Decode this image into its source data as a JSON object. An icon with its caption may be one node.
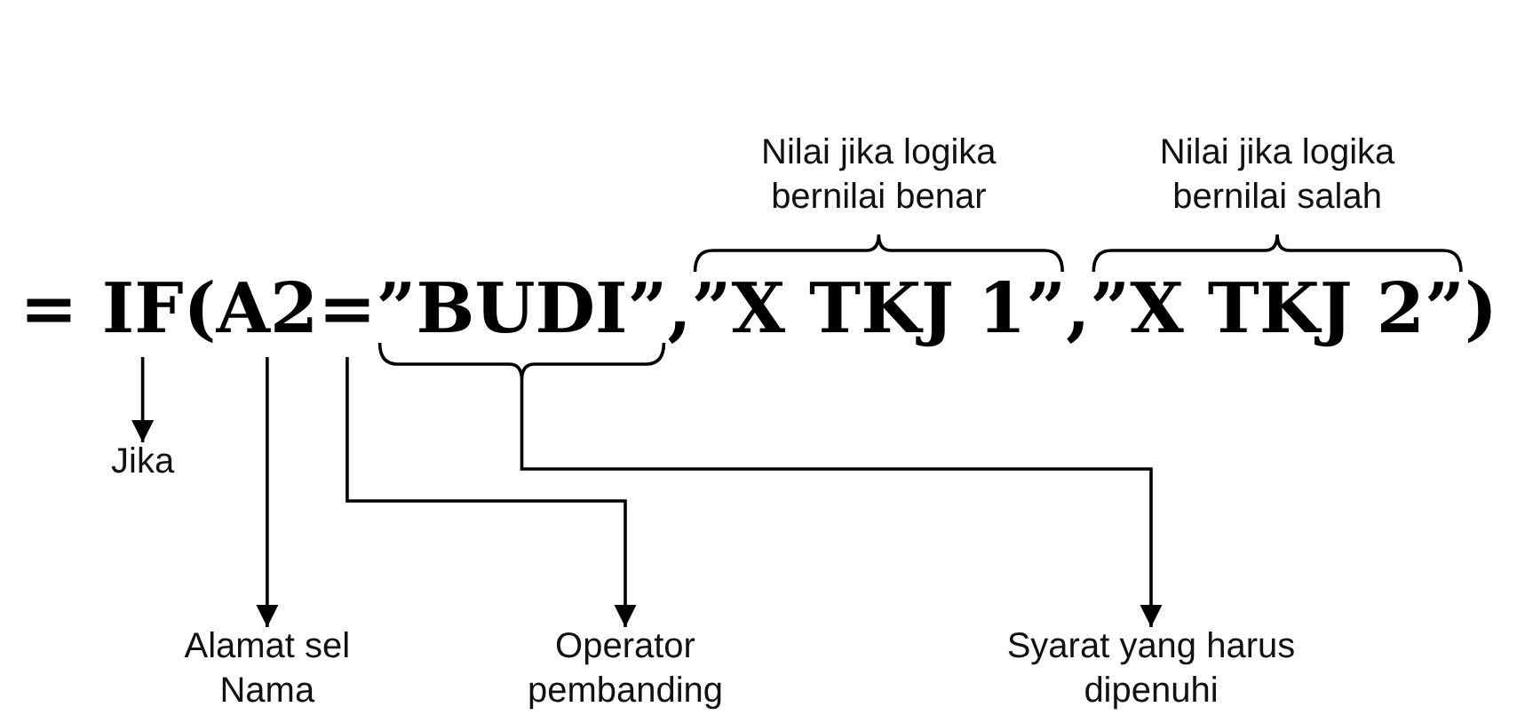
{
  "diagram": {
    "nodes": [
      {
        "text": [
          "= IF(A2=”BUDI”,”X TKJ 1”,”X TKJ 2”)"
        ]
      },
      {
        "text": [
          "Jika"
        ]
      },
      {
        "text": [
          "Alamat sel Nama"
        ]
      },
      {
        "text": [
          "Operator pembanding"
        ]
      },
      {
        "text": [
          "Syarat yang harus dipenuhi"
        ]
      }
    ],
    "edges": [
      {
        "from": 0,
        "to": 1,
        "arrow": "to"
      },
      {
        "from": 0,
        "to": 2,
        "arrow": "to"
      },
      {
        "from": 0,
        "to": 3,
        "arrow": "to"
      },
      {
        "from": 0,
        "to": 4,
        "arrow": "to"
      }
    ],
    "labels": [
      "Nilai jika logika bernilai benar",
      "Nilai jika logika bernilai salah"
    ]
  }
}
